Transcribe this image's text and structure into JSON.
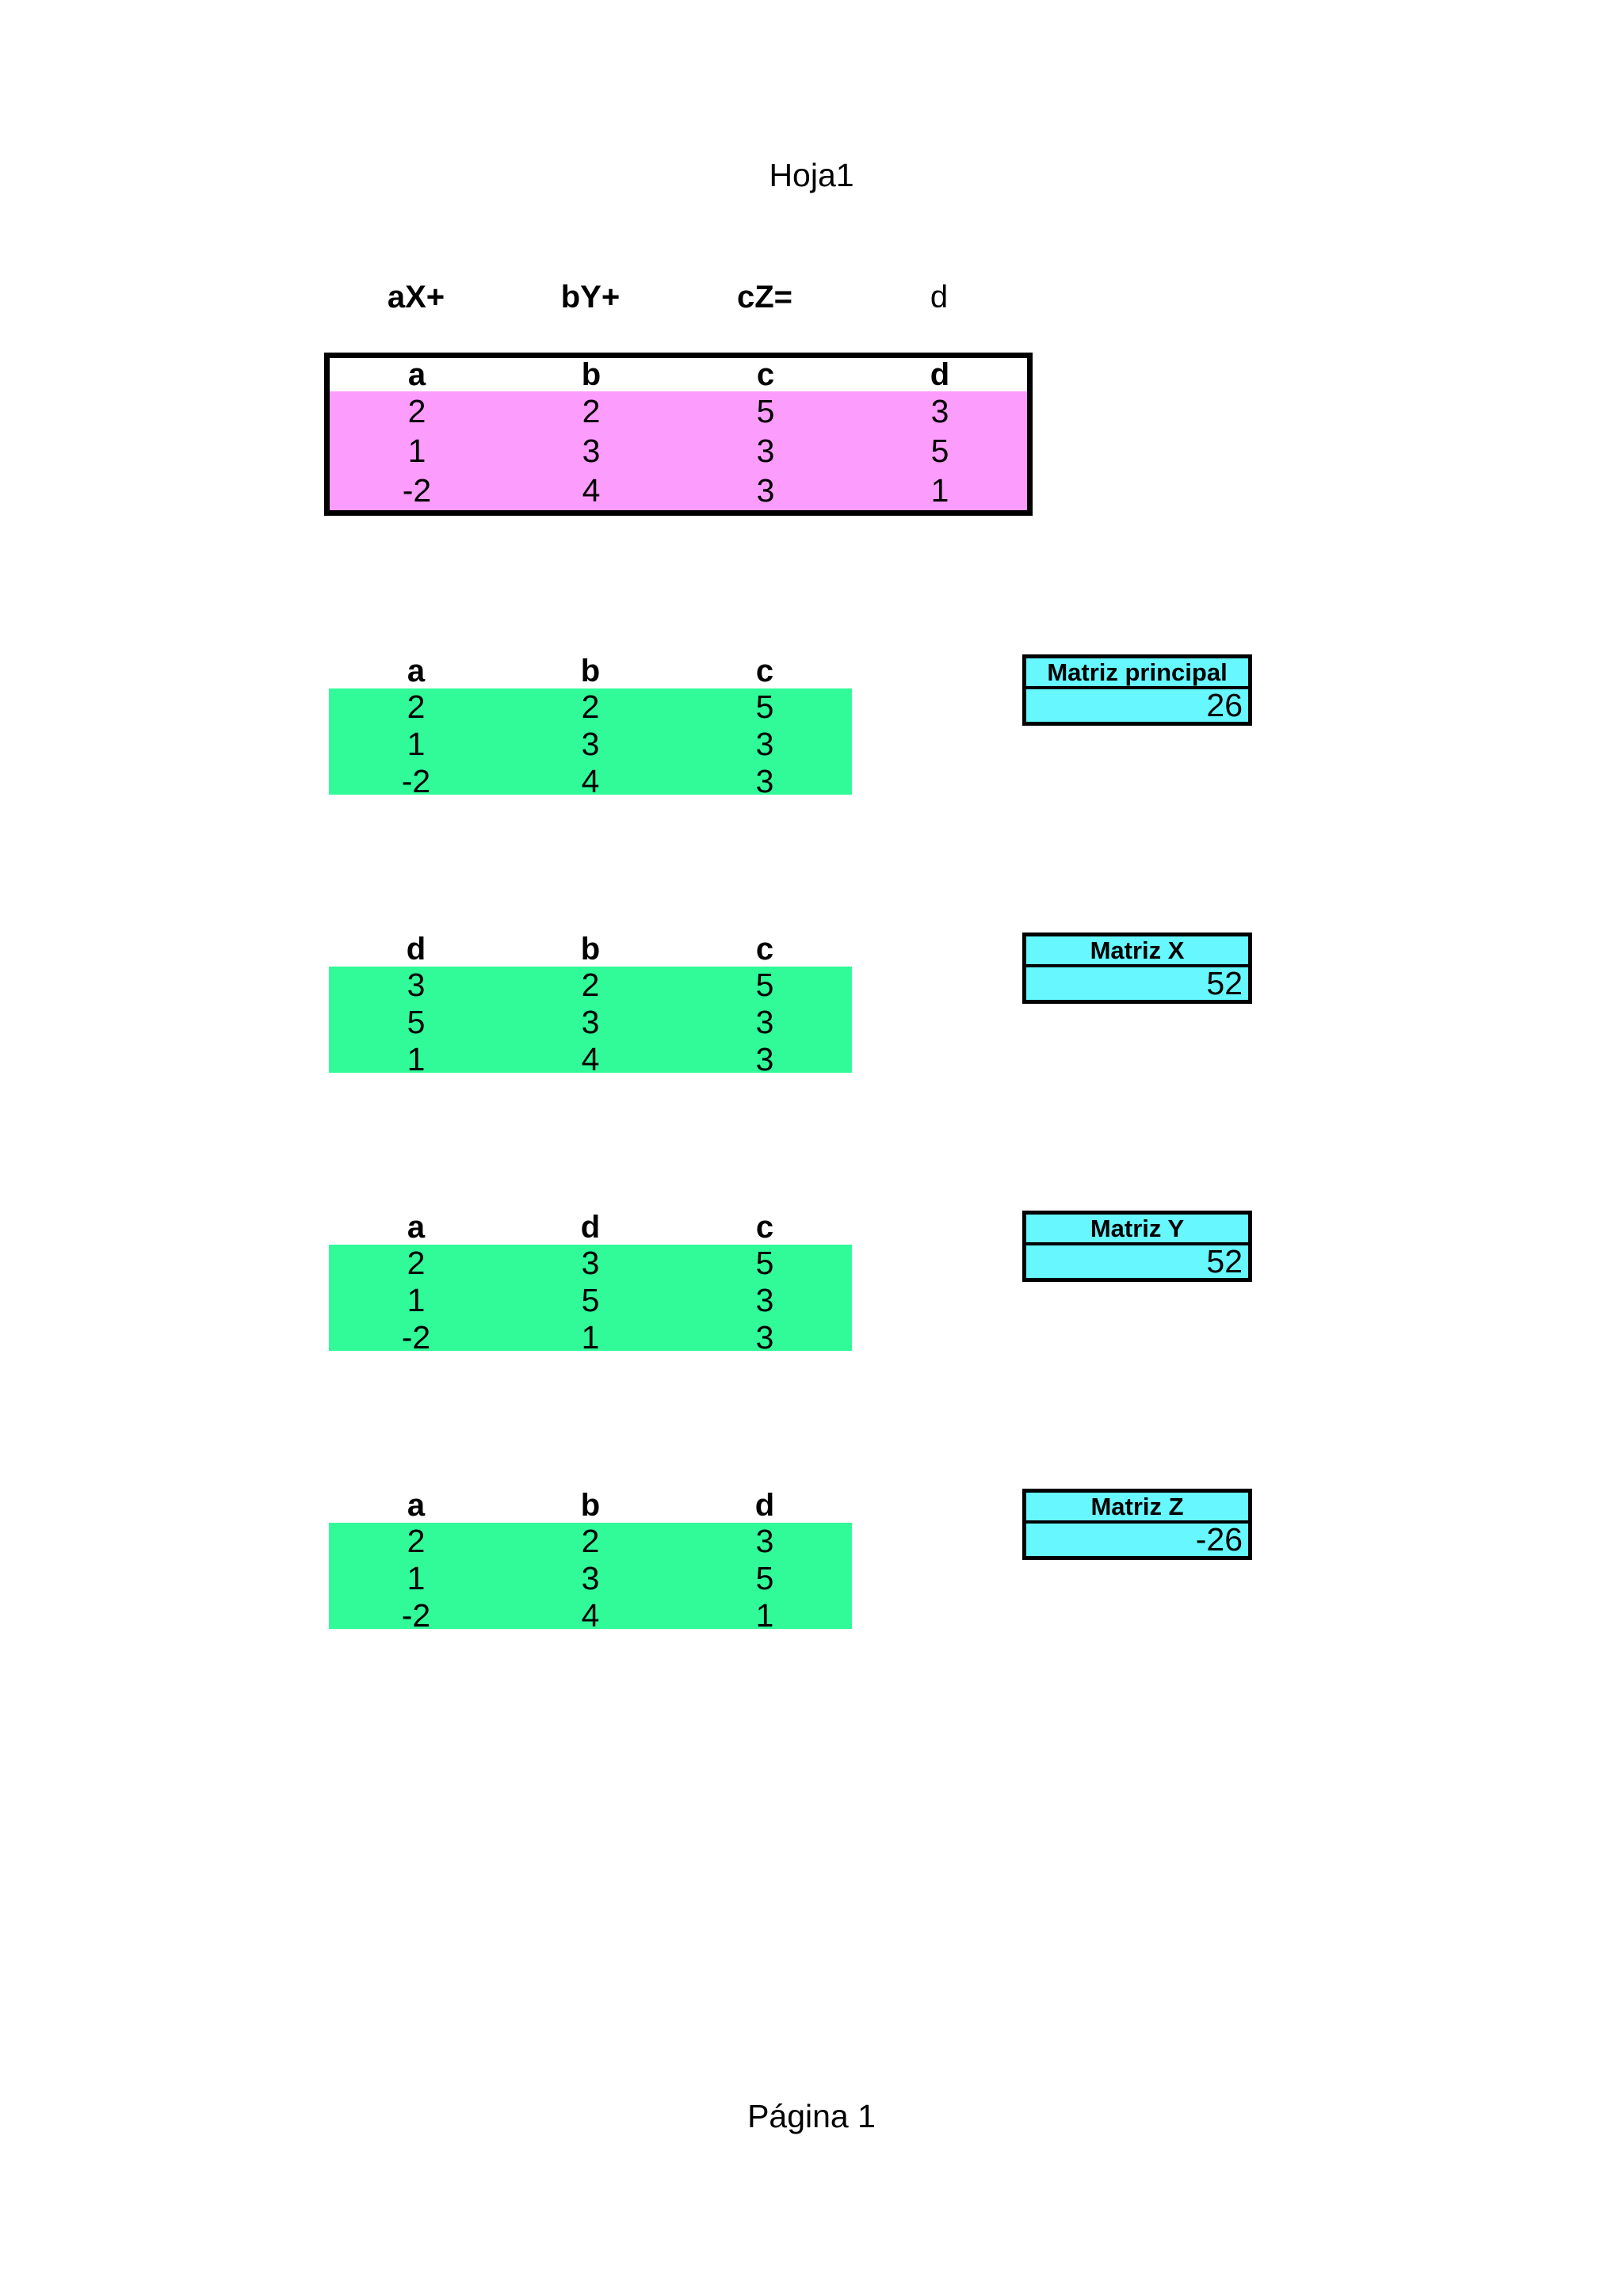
{
  "page": {
    "title": "Hoja1",
    "footer": "Página 1"
  },
  "colors": {
    "pink": "#FC9CFC",
    "green": "#30FB98",
    "cyan": "#66F7FF",
    "border": "#000000"
  },
  "equation": {
    "terms": [
      "aX+",
      "bY+",
      "cZ=",
      "d"
    ]
  },
  "main_table": {
    "headers": [
      "a",
      "b",
      "c",
      "d"
    ],
    "rows": [
      [
        "2",
        "2",
        "5",
        "3"
      ],
      [
        "1",
        "3",
        "3",
        "5"
      ],
      [
        "-2",
        "4",
        "3",
        "1"
      ]
    ]
  },
  "matrices": [
    {
      "headers": [
        "a",
        "b",
        "c"
      ],
      "rows": [
        [
          "2",
          "2",
          "5"
        ],
        [
          "1",
          "3",
          "3"
        ],
        [
          "-2",
          "4",
          "3"
        ]
      ],
      "result_label": "Matriz principal",
      "result_value": "26"
    },
    {
      "headers": [
        "d",
        "b",
        "c"
      ],
      "rows": [
        [
          "3",
          "2",
          "5"
        ],
        [
          "5",
          "3",
          "3"
        ],
        [
          "1",
          "4",
          "3"
        ]
      ],
      "result_label": "Matriz X",
      "result_value": "52"
    },
    {
      "headers": [
        "a",
        "d",
        "c"
      ],
      "rows": [
        [
          "2",
          "3",
          "5"
        ],
        [
          "1",
          "5",
          "3"
        ],
        [
          "-2",
          "1",
          "3"
        ]
      ],
      "result_label": "Matriz Y",
      "result_value": "52"
    },
    {
      "headers": [
        "a",
        "b",
        "d"
      ],
      "rows": [
        [
          "2",
          "2",
          "3"
        ],
        [
          "1",
          "3",
          "5"
        ],
        [
          "-2",
          "4",
          "1"
        ]
      ],
      "result_label": "Matriz Z",
      "result_value": "-26"
    }
  ]
}
